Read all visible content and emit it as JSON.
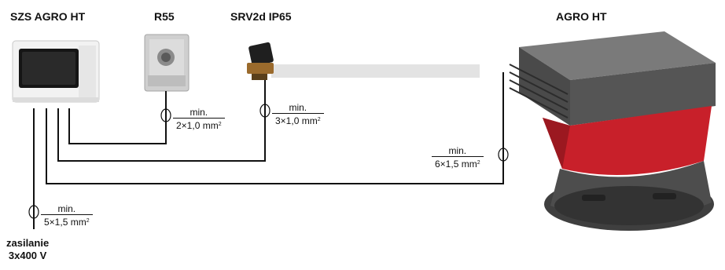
{
  "devices": {
    "szs": "SZS AGRO HT",
    "r55": "R55",
    "srv": "SRV2d IP65",
    "agro": "AGRO HT"
  },
  "cables": {
    "r55": {
      "min": "min.",
      "spec": "2×1,0 mm",
      "sup": "2"
    },
    "srv": {
      "min": "min.",
      "spec": "3×1,0 mm",
      "sup": "2"
    },
    "agro": {
      "min": "min.",
      "spec": "6×1,5 mm",
      "sup": "2"
    },
    "supply": {
      "min": "min.",
      "spec": "5×1,5 mm",
      "sup": "2"
    }
  },
  "supply": {
    "line1": "zasilanie",
    "line2": "3x400 V"
  },
  "colors": {
    "wire": "#111111",
    "agro_red": "#c8202a",
    "agro_dark": "#4a4a4a",
    "panel_gray": "#e8e8e8"
  }
}
